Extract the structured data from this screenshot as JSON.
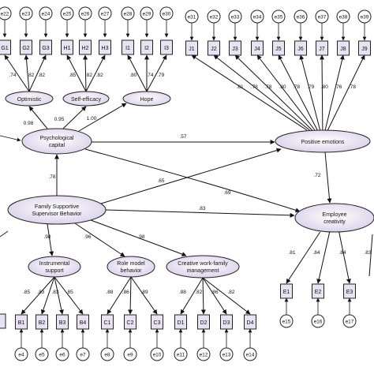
{
  "latents": {
    "optimistic": "Optimistic",
    "self_efficacy": "Self-efficacy",
    "hope": "Hope",
    "psychological_capital": [
      "Psychological",
      "capital"
    ],
    "positive_emotions": "Positive emotions",
    "fssb": [
      "Family Supportive",
      "Supervisor Behavior"
    ],
    "employee_creativity": [
      "Employee",
      "creativity"
    ],
    "instrumental_support": [
      "Instrumental",
      "support"
    ],
    "role_model_behavior": [
      "Role model",
      "behavior"
    ],
    "creative_work_family": [
      "Creative work-family",
      "management"
    ]
  },
  "indicators": {
    "top": [
      "G1",
      "G2",
      "G3",
      "H1",
      "H2",
      "H3",
      "I1",
      "I2",
      "I3"
    ],
    "top_errors": [
      "e22",
      "e23",
      "e24",
      "e25",
      "e26",
      "e27",
      "e28",
      "e29",
      "e30"
    ],
    "top_loadings": [
      ".74",
      ".82",
      ".82",
      ".85",
      ".82",
      ".82",
      ".80",
      ".74",
      ".79"
    ],
    "j": [
      "J1",
      "J2",
      "J3",
      "J4",
      "J5",
      "J6",
      "J7",
      "J8",
      "J9"
    ],
    "j_errors": [
      "e31",
      "e32",
      "e33",
      "e34",
      "e35",
      "e36",
      "e37",
      "e38",
      "e39"
    ],
    "j_loadings": [
      ".81",
      ".78",
      ".78",
      ".80",
      ".78",
      ".79",
      ".80",
      ".76",
      ".78"
    ],
    "bottom": [
      "B1",
      "B2",
      "B3",
      "B4",
      "C1",
      "C2",
      "C3",
      "D1",
      "D2",
      "D3",
      "D4"
    ],
    "bottom_errors": [
      "e4",
      "e5",
      "e6",
      "e7",
      "e8",
      "e9",
      "e10",
      "e11",
      "e12",
      "e13",
      "e14"
    ],
    "bottom_loadings": [
      ".85",
      ".83",
      ".83",
      ".85",
      ".88",
      ".86",
      ".89",
      ".88",
      ".82",
      ".86",
      ".82"
    ],
    "e": [
      "E1",
      "E2",
      "E3"
    ],
    "e_errors": [
      "e15",
      "e16",
      "e17"
    ],
    "e_loadings": [
      ".81",
      ".84",
      ".84",
      ".83"
    ]
  },
  "paths": {
    "pc_optimistic": "0.98",
    "pc_self_efficacy": "0.95",
    "pc_hope": "1.00",
    "pc_positive_emotions": ".57",
    "pc_creativity": ".69",
    "fssb_pc": ".78",
    "fssb_positive_emotions": ".65",
    "fssb_creativity": ".83",
    "positive_emotions_creativity": ".72",
    "fssb_instrumental": ".98",
    "fssb_role_model": ".96",
    "fssb_creative_wf": ".98"
  },
  "colors": {
    "box_fill": "#e7e3f2",
    "ellipse_inner": "#ffffff",
    "ellipse_outer": "#d9cfe9"
  }
}
